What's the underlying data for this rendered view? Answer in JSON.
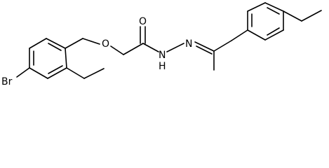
{
  "molecule": {
    "atom_labels": {
      "bromine": "Br",
      "ether_oxygen": "O",
      "carbonyl_oxygen": "O",
      "amide_nitrogen": "N",
      "amide_hydrogen": "H",
      "imine_nitrogen": "N"
    },
    "colors": {
      "bond": "#000000",
      "label": "#000000",
      "background": "#ffffff"
    }
  }
}
